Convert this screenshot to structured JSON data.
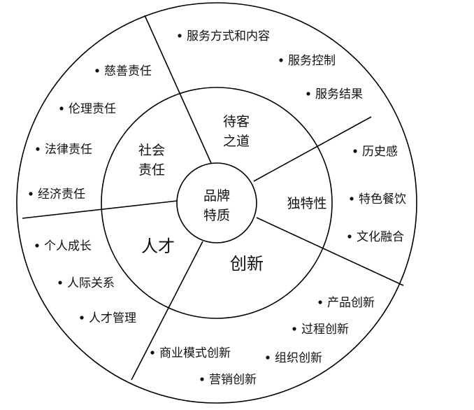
{
  "core": {
    "line1": "品牌",
    "line2": "特质"
  },
  "segments": {
    "hospitality": {
      "line1": "待客",
      "line2": "之道"
    },
    "social_responsibility": {
      "line1": "社会",
      "line2": "责任"
    },
    "uniqueness": {
      "label": "独特性"
    },
    "talent": {
      "label": "人才"
    },
    "innovation": {
      "label": "创新"
    }
  },
  "outer_items": {
    "hospitality": [
      "服务方式和内容",
      "服务控制",
      "服务结果"
    ],
    "social_responsibility": [
      "慈善责任",
      "伦理责任",
      "法律责任",
      "经济责任"
    ],
    "uniqueness": [
      "历史感",
      "特色餐饮",
      "文化融合"
    ],
    "talent": [
      "个人成长",
      "人际关系",
      "人才管理"
    ],
    "innovation": [
      "产品创新",
      "过程创新",
      "商业模式创新",
      "组织创新",
      "营销创新"
    ]
  }
}
